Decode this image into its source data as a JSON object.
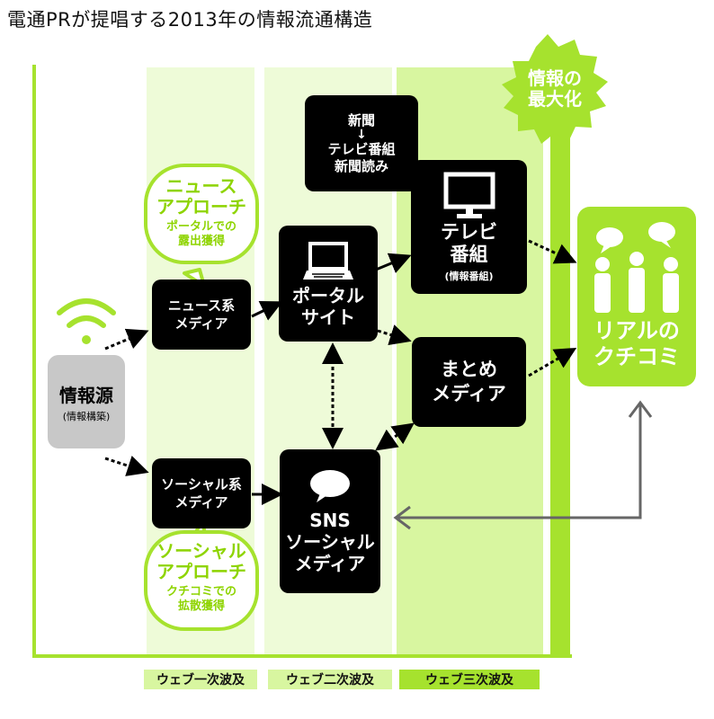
{
  "title": "電通PRが提唱する2013年の情報流通構造",
  "waves": {
    "first": "ウェブ一次波及",
    "second": "ウェブ二次波及",
    "third": "ウェブ三次波及"
  },
  "source": {
    "label": "情報源",
    "sub": "(情報構築)"
  },
  "news_media": "ニュース系\nメディア",
  "social_media": "ソーシャル系\nメディア",
  "portal": "ポータル\nサイト",
  "sns": "SNS\nソーシャル\nメディア",
  "newspaper": {
    "line1": "新聞",
    "arrow": "↓",
    "line2": "テレビ番組\n新聞読み"
  },
  "tv": {
    "label": "テレビ\n番組",
    "sub": "(情報番組)"
  },
  "matome": "まとめ\nメディア",
  "real": "リアルの\nクチコミ",
  "burst": "情報の\n最大化",
  "news_approach": {
    "title": "ニュース\nアプローチ",
    "sub": "ポータルでの\n露出獲得"
  },
  "social_approach": {
    "title": "ソーシャル\nアプローチ",
    "sub": "クチコミでの\n拡散獲得"
  },
  "colors": {
    "lime": "#a6e22e",
    "light": "#d8f6a0",
    "pale": "#eefbd8",
    "black": "#000000",
    "gray": "#666666"
  }
}
